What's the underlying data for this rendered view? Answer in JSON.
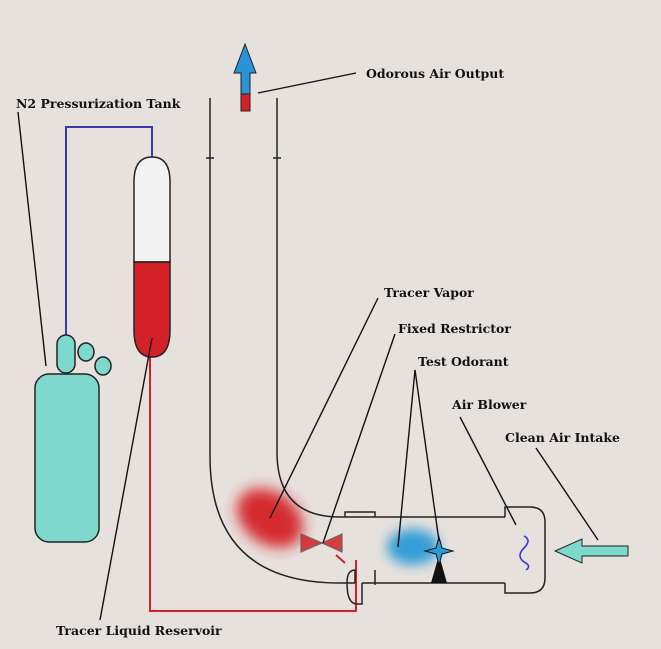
{
  "labels": {
    "odorous_air_output": "Odorous Air Output",
    "n2_tank": "N2 Pressurization Tank",
    "tracer_vapor": "Tracer Vapor",
    "fixed_restrictor": "Fixed Restrictor",
    "test_odorant": "Test Odorant",
    "air_blower": "Air Blower",
    "clean_air_intake": "Clean Air Intake",
    "tracer_liquid_reservoir": "Tracer Liquid Reservoir"
  },
  "colors": {
    "background": "#e7e1dd",
    "tank_fill": "#7fd8cc",
    "tracer_red": "#d42127",
    "odorant_blue": "#2a9ad8",
    "n2_line": "#3a3aa8",
    "arrow_blue": "#2a92d8",
    "intake_arrow": "#7fd8cc"
  }
}
